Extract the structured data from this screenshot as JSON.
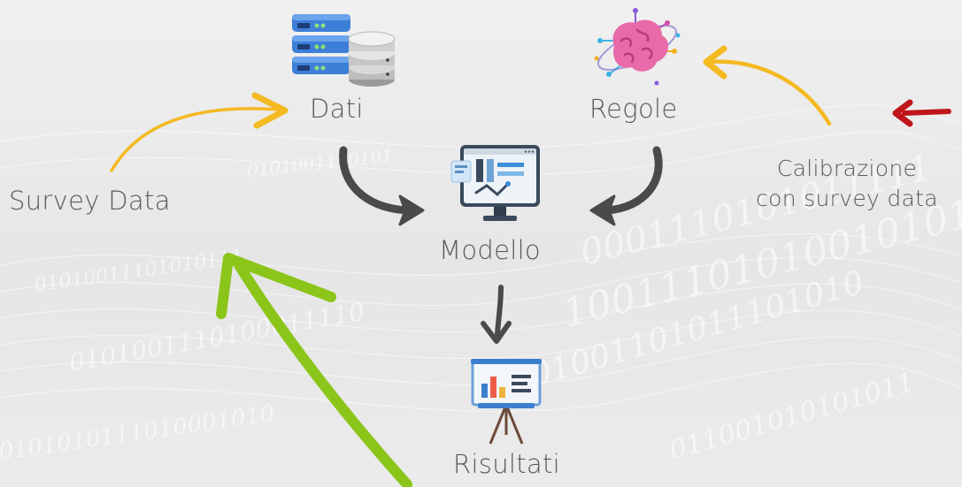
{
  "nodes": {
    "dati": "Dati",
    "regole": "Regole",
    "modello": "Modello",
    "risultati": "Risultati",
    "survey": "Survey Data",
    "calibrazione_1": "Calibrazione",
    "calibrazione_2": "con survey data"
  },
  "icons": {
    "dati": "database-server-icon",
    "regole": "brain-icon",
    "modello": "monitor-dashboard-icon",
    "risultati": "presentation-board-icon"
  },
  "colors": {
    "background": "#ececec",
    "text": "#5a5a5a",
    "gray_arrow": "#4a4a4a",
    "yellow_arrow": "#f5b921",
    "green_arrow": "#8cc51a",
    "red_arrow": "#c0161b"
  }
}
